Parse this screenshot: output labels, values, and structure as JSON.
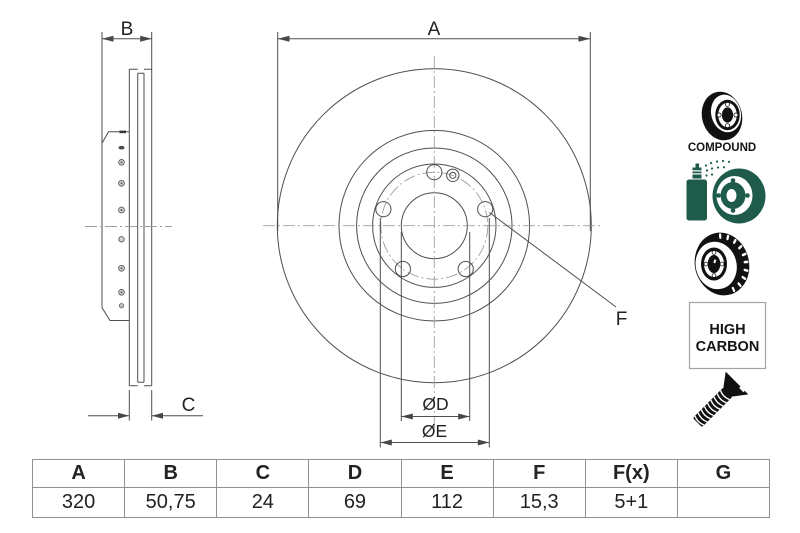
{
  "drawing": {
    "labels": {
      "a": "A",
      "b": "B",
      "c": "C",
      "f": "F",
      "dia_d": "ØD",
      "dia_e": "ØE"
    }
  },
  "icons": {
    "compound_label": "COMPOUND",
    "high_carbon_line1": "HIGH",
    "high_carbon_line2": "CARBON"
  },
  "colors": {
    "ink": "#474747",
    "centerline": "#9aa0a2",
    "icon_green": "#1e5b4b",
    "icon_black": "#111111",
    "table_border": "#8d9294",
    "text": "#222222"
  },
  "table": {
    "columns": [
      {
        "header": "A",
        "value": "320"
      },
      {
        "header": "B",
        "value": "50,75"
      },
      {
        "header": "C",
        "value": "24"
      },
      {
        "header": "D",
        "value": "69"
      },
      {
        "header": "E",
        "value": "112"
      },
      {
        "header": "F",
        "value": "15,3"
      },
      {
        "header": "F(x)",
        "value": "5+1"
      },
      {
        "header": "G",
        "value": ""
      }
    ]
  }
}
